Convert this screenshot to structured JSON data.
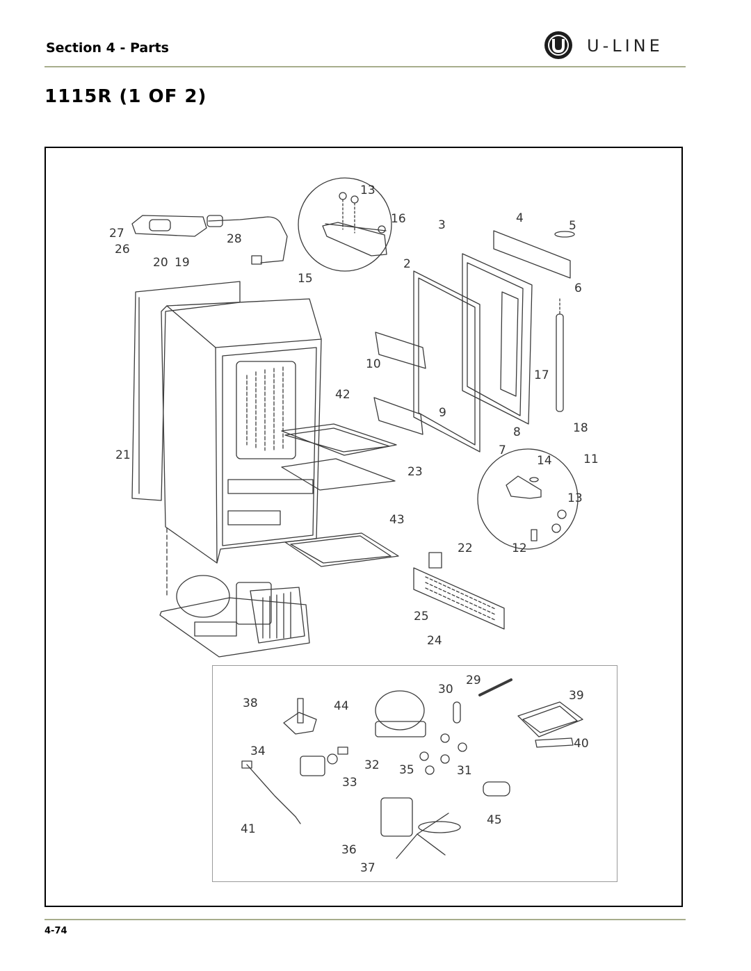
{
  "header": {
    "section_title": "Section 4 - Parts",
    "logo_text": "U-LINE"
  },
  "page_heading": "1115R (1 OF 2)",
  "callouts": [
    "13",
    "16",
    "15",
    "3",
    "4",
    "5",
    "2",
    "6",
    "27",
    "26",
    "28",
    "20",
    "19",
    "10",
    "17",
    "42",
    "9",
    "8",
    "18",
    "7",
    "21",
    "14",
    "11",
    "23",
    "13",
    "43",
    "22",
    "12",
    "25",
    "24",
    "29",
    "30",
    "39",
    "38",
    "44",
    "34",
    "32",
    "35",
    "31",
    "33",
    "40",
    "41",
    "36",
    "37",
    "45"
  ],
  "footer": {
    "page_number": "4-74"
  }
}
